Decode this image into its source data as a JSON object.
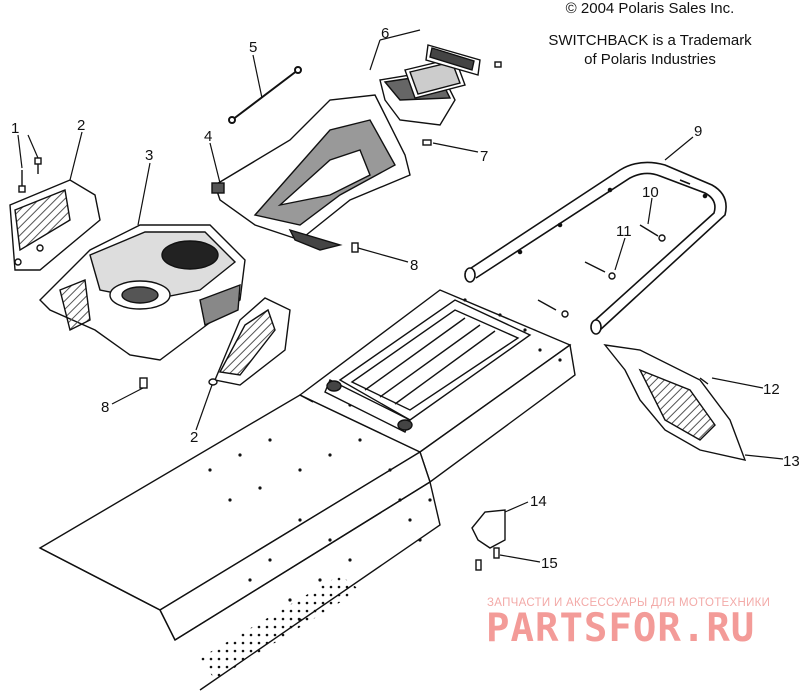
{
  "header": {
    "copyright": "© 2004 Polaris Sales Inc.",
    "trademark_line1": "SWITCHBACK is a Trademark",
    "trademark_line2": "of Polaris Industries"
  },
  "callouts": [
    "1",
    "2",
    "3",
    "4",
    "5",
    "6",
    "7",
    "8",
    "9",
    "10",
    "11",
    "12",
    "13",
    "2",
    "8",
    "14",
    "15"
  ],
  "watermark": {
    "subtitle": "ЗАПЧАСТИ И АКСЕССУАРЫ ДЛЯ МОТОТЕХНИКИ",
    "brand": "PARTSFOR.RU",
    "color": "#f39b98"
  },
  "colors": {
    "line": "#111111",
    "shade": "#777777",
    "paper": "#ffffff"
  }
}
